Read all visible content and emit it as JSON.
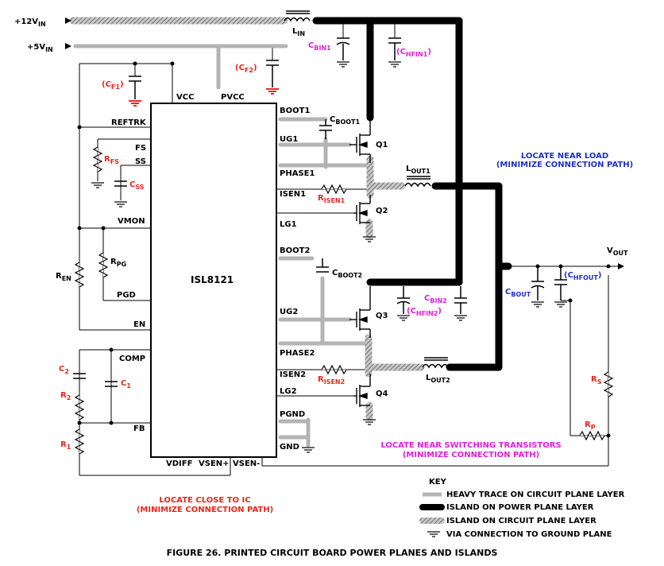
{
  "supplies": {
    "v12": {
      "main": "+12V",
      "sub": "IN"
    },
    "v5": {
      "main": "+5V",
      "sub": "IN"
    },
    "lin": {
      "main": "L",
      "sub": "IN"
    },
    "vout": {
      "main": "V",
      "sub": "OUT"
    }
  },
  "ic": {
    "name": "ISL8121",
    "pins_top": [
      "VCC",
      "PVCC"
    ],
    "pins_left": [
      "REFTRK",
      "FS",
      "SS",
      "VMON",
      "PGD",
      "EN",
      "COMP",
      "FB"
    ],
    "pins_right": [
      "BOOT1",
      "UG1",
      "PHASE1",
      "ISEN1",
      "LG1",
      "BOOT2",
      "UG2",
      "PHASE2",
      "ISEN2",
      "LG2",
      "PGND",
      "GND"
    ],
    "pins_bottom": [
      "VDIFF",
      "VSEN+",
      "VSEN-"
    ]
  },
  "components": {
    "cbin1": {
      "main": "C",
      "sub": "BIN1"
    },
    "chfin1": {
      "open": "(C",
      "sub": "HFIN1",
      "close": ")"
    },
    "cf1": {
      "open": "(C",
      "sub": "F1",
      "close": ")"
    },
    "cf2": {
      "open": "(C",
      "sub": "F2",
      "close": ")"
    },
    "rfs": {
      "main": "R",
      "sub": "FS"
    },
    "css": {
      "main": "C",
      "sub": "SS"
    },
    "cboot1": {
      "main": "C",
      "sub": "BOOT1"
    },
    "q1": "Q1",
    "q2": "Q2",
    "q3": "Q3",
    "q4": "Q4",
    "lout1": {
      "main": "L",
      "sub": "OUT1"
    },
    "lout2": {
      "main": "L",
      "sub": "OUT2"
    },
    "risen1": {
      "main": "R",
      "sub": "ISEN1"
    },
    "risen2": {
      "main": "R",
      "sub": "ISEN2"
    },
    "ren": {
      "main": "R",
      "sub": "EN"
    },
    "rpg": {
      "main": "R",
      "sub": "PG"
    },
    "cboot2": {
      "main": "C",
      "sub": "BOOT2"
    },
    "cbin2": {
      "main": "C",
      "sub": "BIN2"
    },
    "chfin2": {
      "open": "(C",
      "sub": "HFIN2",
      "close": ")"
    },
    "cbout": {
      "main": "C",
      "sub": "BOUT"
    },
    "chfout": {
      "open": "(C",
      "sub": "HFOUT",
      "close": ")"
    },
    "c2": {
      "main": "C",
      "sub": "2"
    },
    "c1": {
      "main": "C",
      "sub": "1"
    },
    "r2": {
      "main": "R",
      "sub": "2"
    },
    "r1": {
      "main": "R",
      "sub": "1"
    },
    "rs": {
      "main": "R",
      "sub": "S"
    },
    "rp": {
      "main": "R",
      "sub": "P"
    }
  },
  "notes": {
    "near_load": [
      "LOCATE NEAR LOAD",
      "(MINIMIZE CONNECTION PATH)"
    ],
    "near_switch": [
      "LOCATE NEAR SWITCHING TRANSISTORS",
      "(MINIMIZE CONNECTION PATH)"
    ],
    "close_ic": [
      "LOCATE CLOSE TO IC",
      "(MINIMIZE CONNECTION PATH)"
    ]
  },
  "key": {
    "title": "KEY",
    "items": [
      "HEAVY TRACE ON CIRCUIT PLANE LAYER",
      "ISLAND ON POWER PLANE LAYER",
      "ISLAND ON CIRCUIT PLANE LAYER",
      "VIA CONNECTION TO GROUND PLANE"
    ]
  },
  "caption": "FIGURE 26. PRINTED CIRCUIT BOARD POWER PLANES AND ISLANDS",
  "colors": {
    "heavy_trace": "#b4b4b4",
    "power_island": "#000000",
    "circuit_island": "#9c9c9c",
    "red_label": "#e8281c",
    "magenta_label": "#e020d8",
    "blue_label": "#2230c8"
  }
}
